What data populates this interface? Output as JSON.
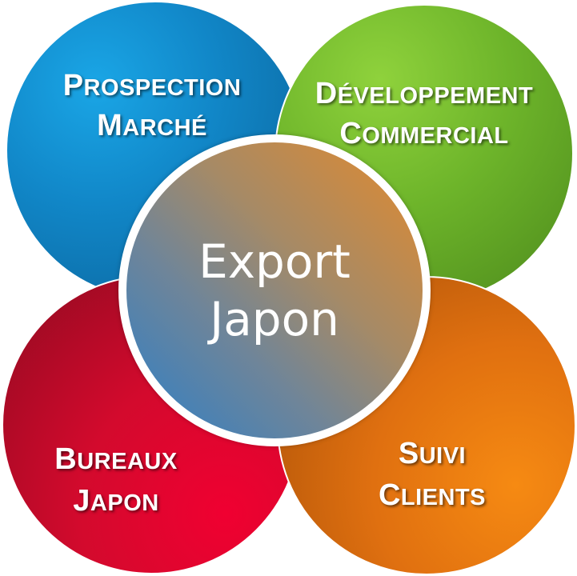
{
  "center": {
    "line1": "Export",
    "line2": "Japon"
  },
  "segments": [
    {
      "line1": "Prospection",
      "line2": "marché",
      "color": "#1187c8"
    },
    {
      "line1": "Développement",
      "line2": "commercial",
      "color": "#6db42a"
    },
    {
      "line1": "Bureaux",
      "line2": "Japon",
      "color": "#d30a2d"
    },
    {
      "line1": "Suivi",
      "line2": "Clients",
      "color": "#e07010"
    }
  ]
}
